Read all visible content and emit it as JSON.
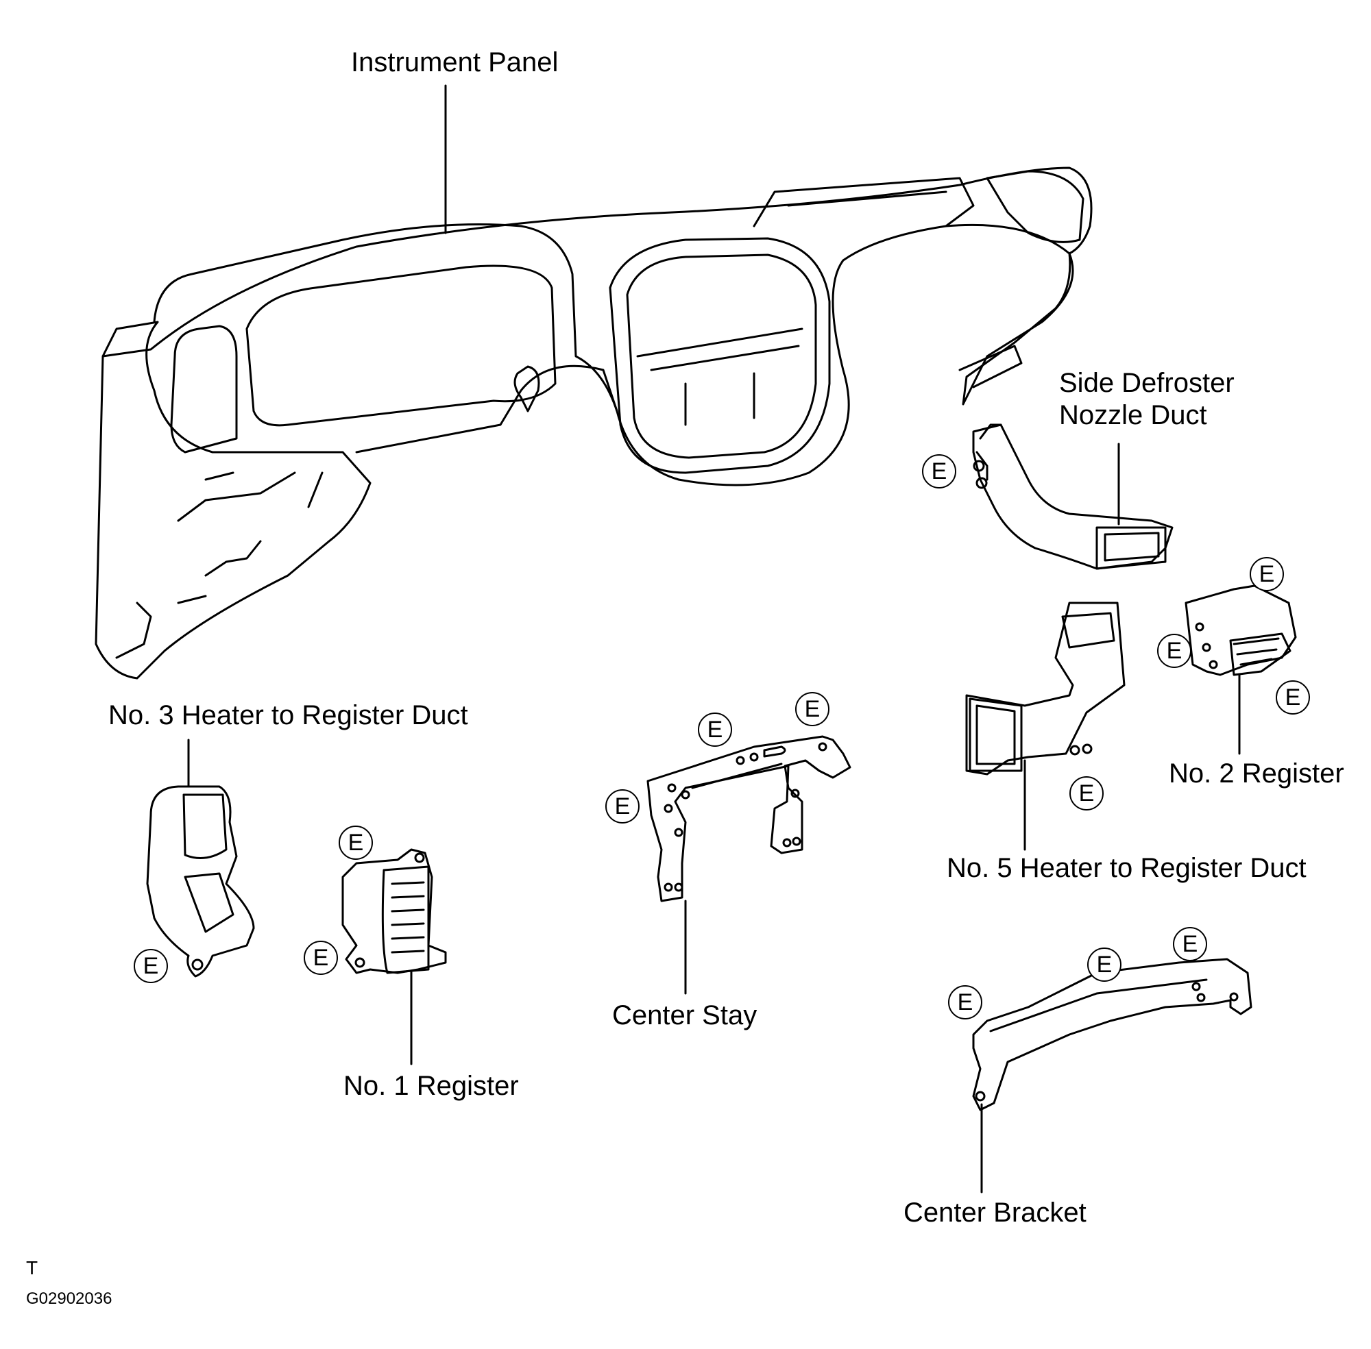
{
  "labels": {
    "instrument_panel": "Instrument Panel",
    "side_defroster_line1": "Side Defroster",
    "side_defroster_line2": "Nozzle Duct",
    "no3_duct": "No. 3 Heater to Register Duct",
    "no2_register": "No. 2 Register",
    "center_stay": "Center Stay",
    "no5_duct": "No. 5 Heater to Register Duct",
    "no1_register": "No. 1 Register",
    "center_bracket": "Center Bracket"
  },
  "clip_symbol": "E",
  "footer": {
    "mark": "T",
    "code": "G02902036"
  },
  "colors": {
    "line": "#000000",
    "background": "#ffffff"
  }
}
